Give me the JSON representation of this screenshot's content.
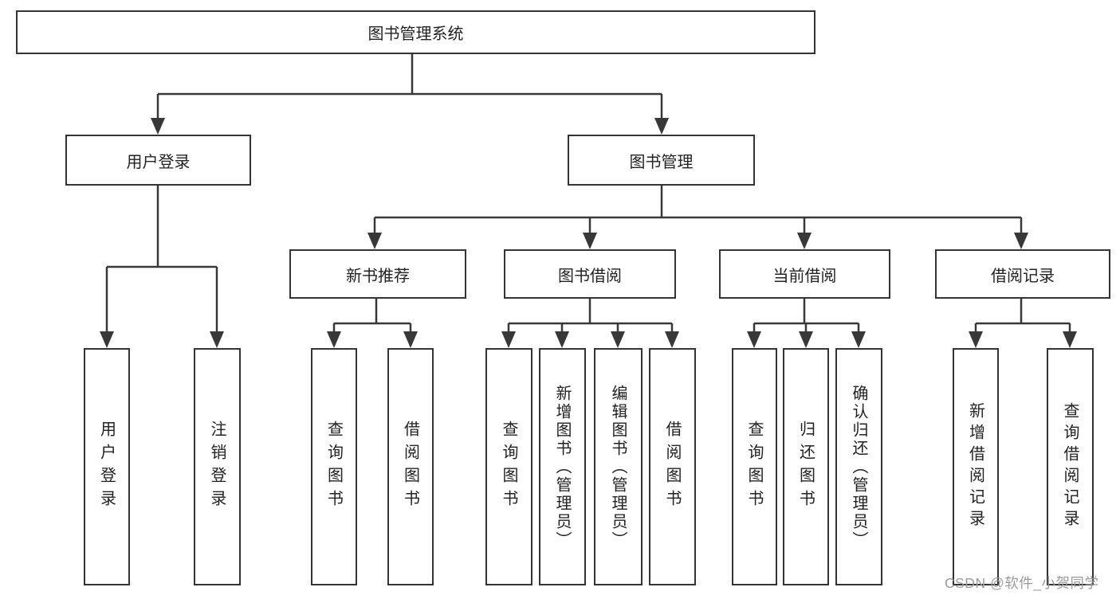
{
  "diagram": {
    "type": "hierarchy-tree",
    "orientation": "top-down",
    "colors": {
      "background": "#ffffff",
      "line": "#383838",
      "box_border": "#343434",
      "text": "#222222",
      "watermark": "#9b9b9b"
    }
  },
  "tree": {
    "label": "图书管理系统",
    "children": [
      {
        "label": "用户登录",
        "children": [
          {
            "label": "用户登录"
          },
          {
            "label": "注销登录"
          }
        ]
      },
      {
        "label": "图书管理",
        "children": [
          {
            "label": "新书推荐",
            "children": [
              {
                "label": "查询图书"
              },
              {
                "label": "借阅图书"
              }
            ]
          },
          {
            "label": "图书借阅",
            "children": [
              {
                "label": "查询图书"
              },
              {
                "label": "新增图书（管理员）"
              },
              {
                "label": "编辑图书（管理员）"
              },
              {
                "label": "借阅图书"
              }
            ]
          },
          {
            "label": "当前借阅",
            "children": [
              {
                "label": "查询图书"
              },
              {
                "label": "归还图书"
              },
              {
                "label": "确认归还（管理员）"
              }
            ]
          },
          {
            "label": "借阅记录",
            "children": [
              {
                "label": "新增借阅记录"
              },
              {
                "label": "查询借阅记录"
              }
            ]
          }
        ]
      }
    ]
  },
  "watermark": {
    "text": "CSDN @软件_小贺同学"
  }
}
